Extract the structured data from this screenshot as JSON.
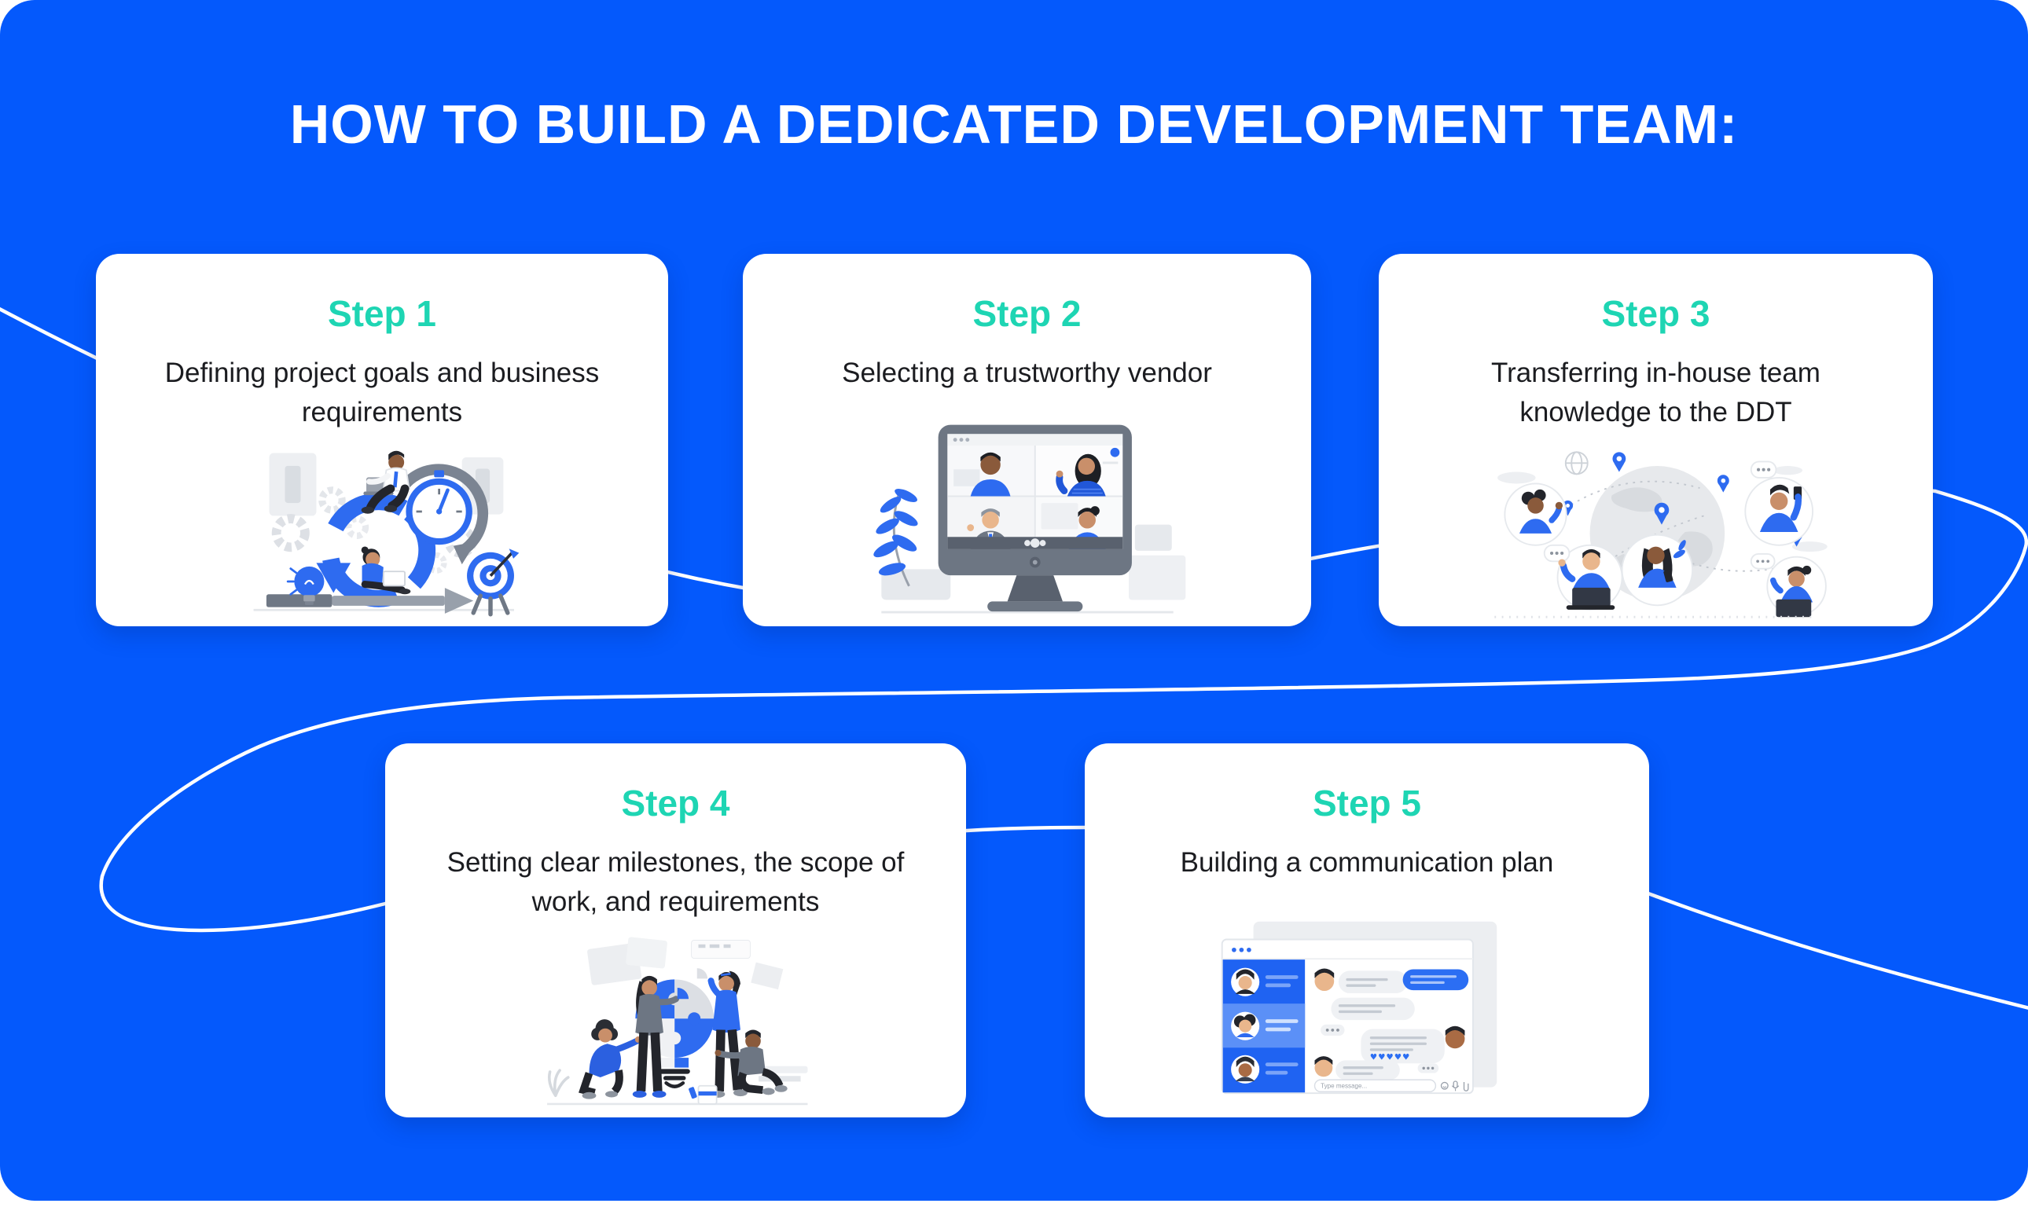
{
  "page": {
    "title": "HOW TO BUILD A DEDICATED DEVELOPMENT TEAM:",
    "colors": {
      "background": "#0459FC",
      "card": "#FFFFFF",
      "accent_teal": "#1ED5B3",
      "text_dark": "#1B1C20",
      "illustration_blue": "#2E6BF0",
      "decorative_line": "#FFFFFF"
    }
  },
  "steps": [
    {
      "label": "Step 1",
      "description": "Defining project goals and business requirements",
      "illustration": "planning-scene"
    },
    {
      "label": "Step 2",
      "description": "Selecting a trustworthy vendor",
      "illustration": "video-call-scene"
    },
    {
      "label": "Step 3",
      "description": "Transferring in-house team knowledge to the DDT",
      "illustration": "global-team-scene"
    },
    {
      "label": "Step 4",
      "description": "Setting clear milestones, the scope of work, and requirements",
      "illustration": "puzzle-lightbulb-scene"
    },
    {
      "label": "Step 5",
      "description": "Building a communication plan",
      "illustration": "chat-app-scene"
    }
  ],
  "chat_illustration": {
    "input_placeholder": "Type message..."
  }
}
